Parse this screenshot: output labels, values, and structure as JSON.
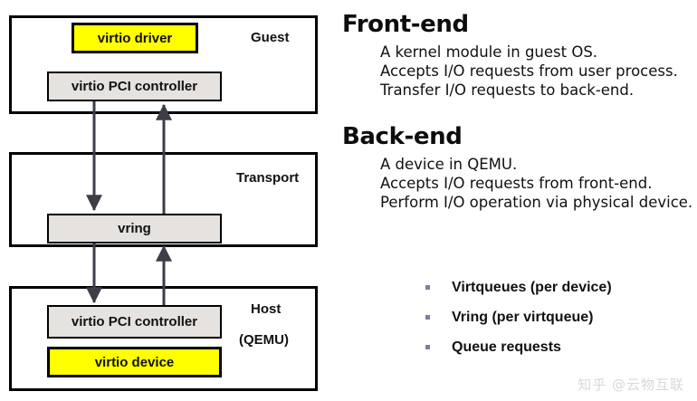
{
  "diagram": {
    "layers": [
      {
        "id": "guest",
        "label": "Guest"
      },
      {
        "id": "transport",
        "label": "Transport"
      },
      {
        "id": "host",
        "label": "Host"
      }
    ],
    "host_sublabel": "(QEMU)",
    "components": [
      {
        "id": "virtio-driver",
        "label": "virtio driver",
        "style": "yellow"
      },
      {
        "id": "virtio-pci-controller-guest",
        "label": "virtio PCI controller",
        "style": "gray"
      },
      {
        "id": "vring",
        "label": "vring",
        "style": "gray"
      },
      {
        "id": "virtio-pci-controller-host",
        "label": "virtio PCI controller",
        "style": "gray"
      },
      {
        "id": "virtio-device",
        "label": "virtio device",
        "style": "yellow"
      }
    ],
    "colors": {
      "highlight": "#ffff00",
      "component": "#e6e2e0",
      "outline": "#000000",
      "arrow": "#3d3d47"
    }
  },
  "panel": {
    "sections": [
      {
        "title": "Front-end",
        "lines": [
          "A kernel module in guest OS.",
          "Accepts I/O requests from user process.",
          "Transfer I/O requests to back-end."
        ]
      },
      {
        "title": "Back-end",
        "lines": [
          "A device in QEMU.",
          "Accepts I/O requests from front-end.",
          "Perform I/O operation via physical device."
        ]
      }
    ],
    "bullets": [
      "Virtqueues (per device)",
      "Vring (per virtqueue)",
      "Queue requests"
    ],
    "bullet_color": "#7b7f9e"
  },
  "watermark": "知乎 @云物互联"
}
